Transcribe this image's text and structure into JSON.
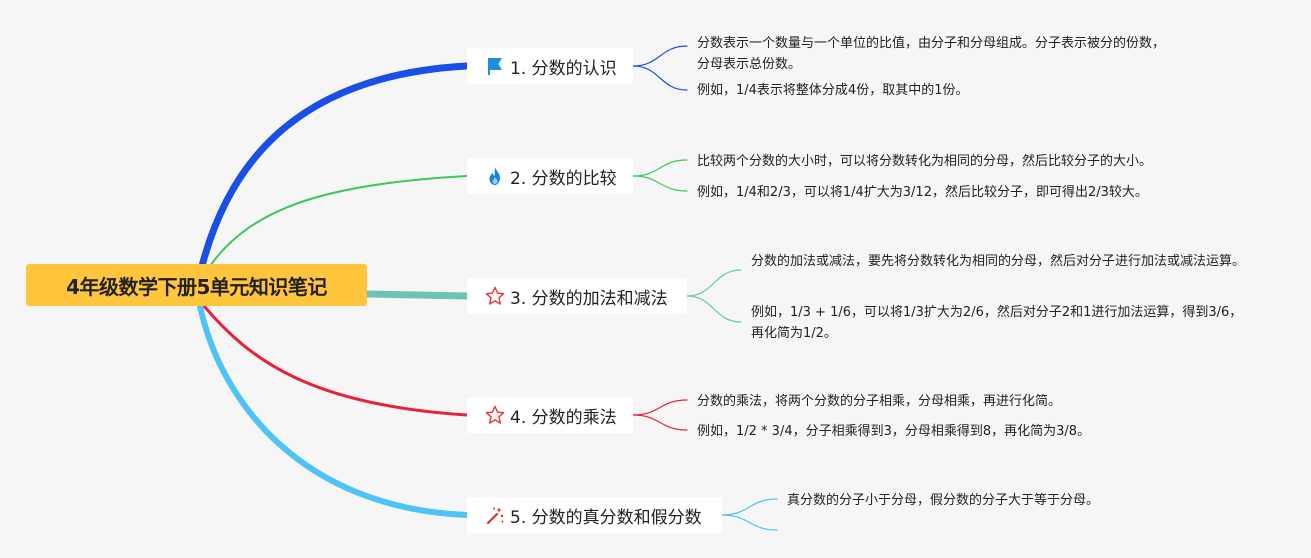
{
  "root": {
    "title": "4年级数学下册5单元知识笔记",
    "color": "#ffc53d"
  },
  "branches": [
    {
      "label": "1. 分数的认识",
      "icon": "flag-icon",
      "color": "#1a4fe6",
      "notes": [
        "分数表示一个数量与一个单位的比值，由分子和分母组成。分子表示被分的份数，分母表示总份数。",
        "例如，1/4表示将整体分成4份，取其中的1份。"
      ]
    },
    {
      "label": "2. 分数的比较",
      "icon": "fire-icon",
      "color": "#3bc95a",
      "notes": [
        "比较两个分数的大小时，可以将分数转化为相同的分母，然后比较分子的大小。",
        "例如，1/4和2/3，可以将1/4扩大为3/12，然后比较分子，即可得出2/3较大。"
      ]
    },
    {
      "label": "3. 分数的加法和减法",
      "icon": "star-icon",
      "color": "#6bc4b4",
      "notes": [
        "分数的加法或减法，要先将分数转化为相同的分母，然后对分子进行加法或减法运算。",
        "例如，1/3 + 1/6，可以将1/3扩大为2/6，然后对分子2和1进行加法运算，得到3/6，再化简为1/2。"
      ]
    },
    {
      "label": "4. 分数的乘法",
      "icon": "star-icon",
      "color": "#e8203c",
      "notes": [
        "分数的乘法，将两个分数的分子相乘，分母相乘，再进行化简。",
        "例如，1/2 * 3/4，分子相乘得到3，分母相乘得到8，再化简为3/8。"
      ]
    },
    {
      "label": "5. 分数的真分数和假分数",
      "icon": "magic-wand-icon",
      "color": "#4fc3f5",
      "notes": [
        "真分数的分子小于分母，假分数的分子大于等于分母。"
      ]
    }
  ]
}
